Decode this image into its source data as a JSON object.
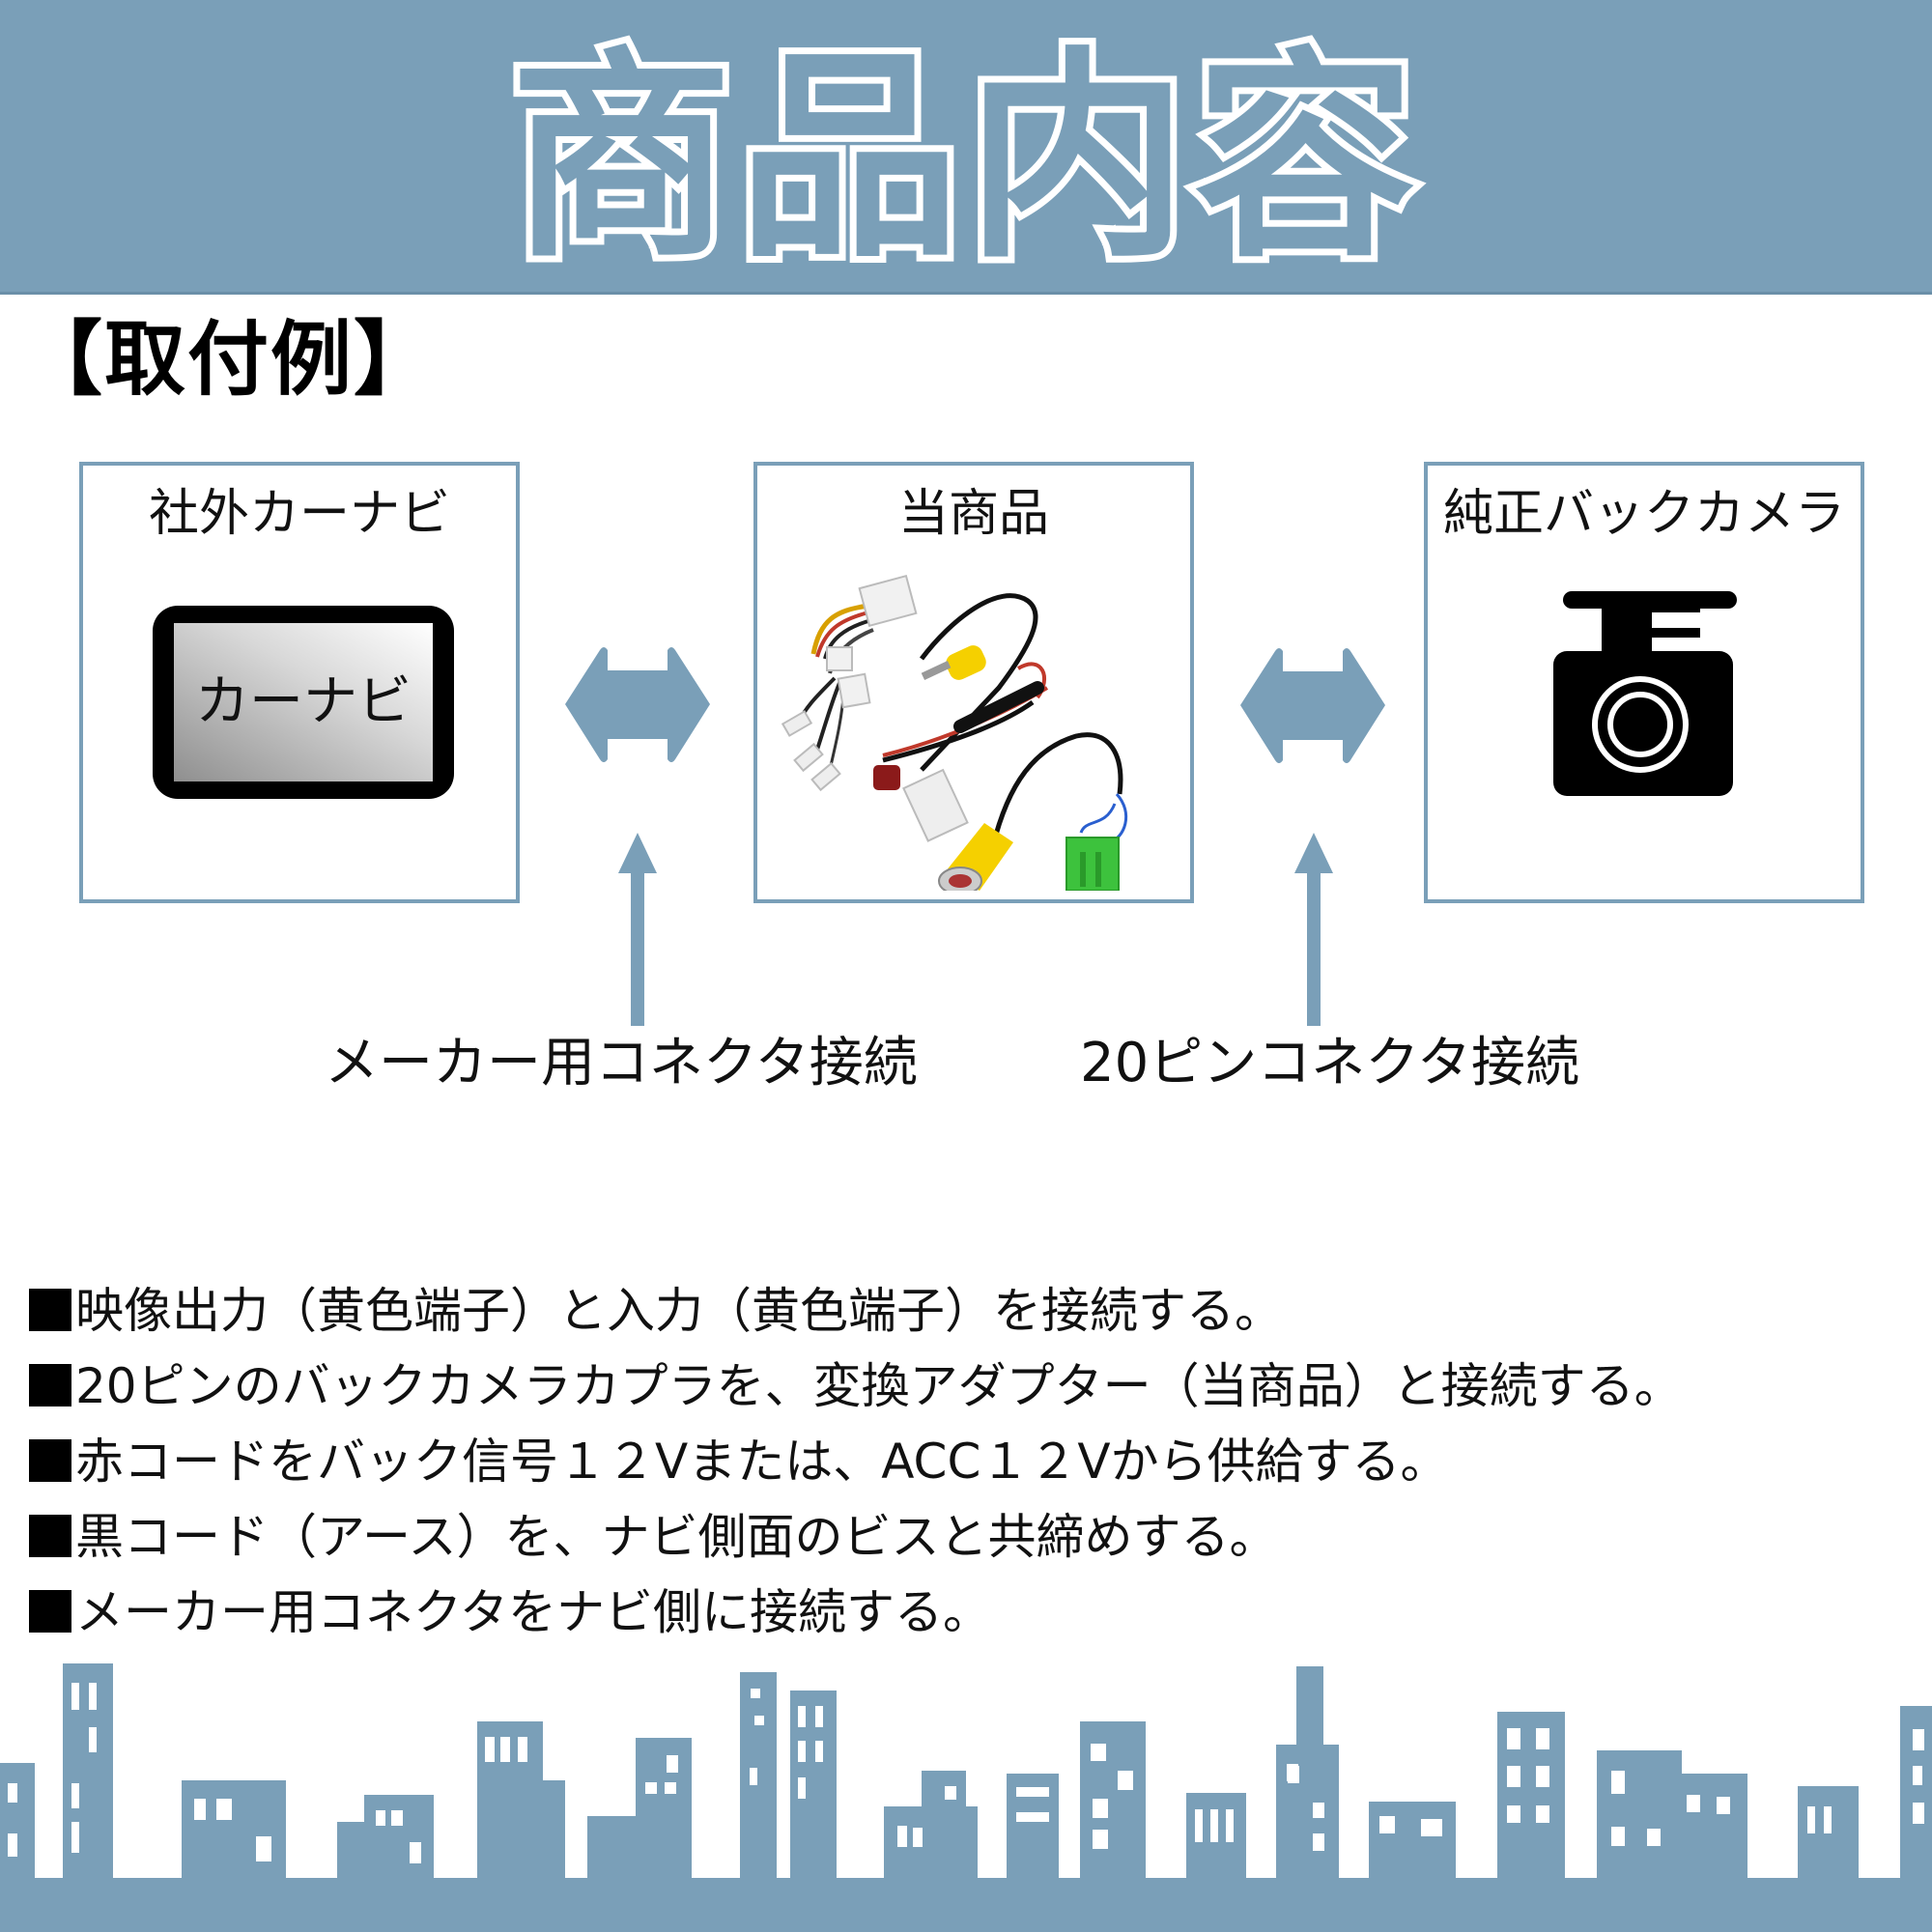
{
  "header": {
    "title": "商品内容",
    "bg_color": "#7a9fb8"
  },
  "section": {
    "title": "【取付例】"
  },
  "diagram": {
    "boxes": [
      {
        "label": "社外カーナビ",
        "icon": "car-navigation-icon",
        "screen_text": "カーナビ"
      },
      {
        "label": "当商品",
        "icon": "product-harness-photo"
      },
      {
        "label": "純正バックカメラ",
        "icon": "back-camera-icon"
      }
    ],
    "double_arrows": [
      "double-arrow-icon",
      "double-arrow-icon"
    ],
    "connections": [
      {
        "label": "メーカー用コネクタ接続",
        "icon": "up-arrow-icon"
      },
      {
        "label": "20ピンコネクタ接続",
        "icon": "up-arrow-icon"
      }
    ],
    "accent_color": "#7a9fb8"
  },
  "instructions": {
    "bullet": "■",
    "items": [
      "映像出力（黄色端子）と入力（黄色端子）を接続する。",
      "20ピンのバックカメラカプラを、変換アダプター（当商品）と接続する。",
      "赤コードをバック信号１２Vまたは、ACC１２Vから供給する。",
      "黒コード（アース）を、ナビ側面のビスと共締めする。",
      "メーカー用コネクタをナビ側に接続する。"
    ]
  },
  "footer": {
    "decoration": "city-skyline",
    "color": "#7a9fb8"
  }
}
